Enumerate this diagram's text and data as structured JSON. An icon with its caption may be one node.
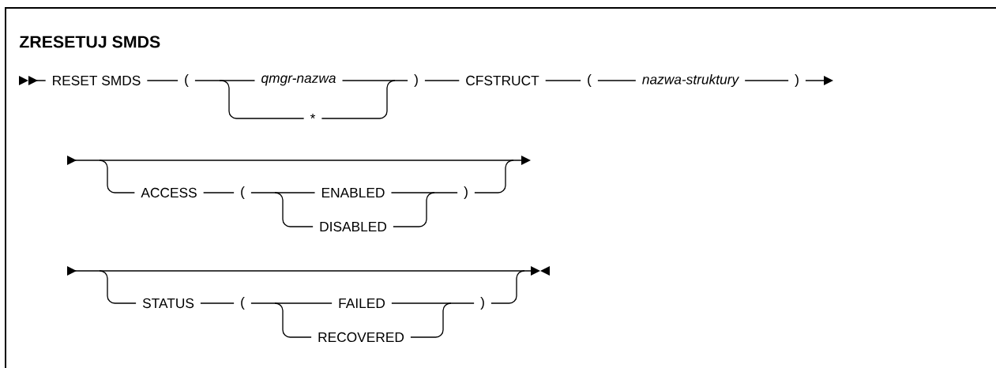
{
  "diagram": {
    "title": "ZRESETUJ SMDS",
    "labels": [
      "RESET SMDS",
      "(",
      "qmgr-nazwa",
      ")",
      "CFSTRUCT",
      "(",
      "nazwa-struktury",
      ")",
      "*",
      "ACCESS",
      "(",
      "ENABLED",
      ")",
      "DISABLED",
      "STATUS",
      "(",
      "FAILED",
      ")",
      "RECOVERED"
    ]
  }
}
